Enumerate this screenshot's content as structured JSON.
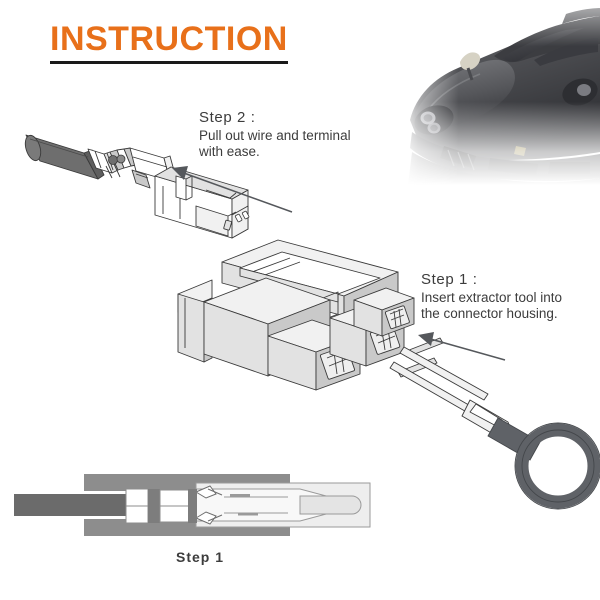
{
  "page": {
    "title": "INSTRUCTION",
    "background_color": "#ffffff",
    "accent_color": "#e8701a",
    "rule_color": "#1a1a1a",
    "text_color": "#3c3c3c"
  },
  "steps": {
    "step2": {
      "heading": "Step 2 :",
      "line1": "Pull out wire and terminal",
      "line2": "with ease."
    },
    "step1": {
      "heading": "Step 1 :",
      "line1": "Insert extractor tool into",
      "line2": "the connector housing."
    }
  },
  "bottom_diagram": {
    "caption": "Step 1"
  },
  "illustrations": {
    "wire_terminal": "wire-with-terminal-diagram",
    "connector_housing": "connector-housing-diagram",
    "extractor_tool": "extractor-tool-diagram",
    "cross_section": "terminal-cross-section-diagram",
    "car_photo": "sports-car-photo"
  }
}
